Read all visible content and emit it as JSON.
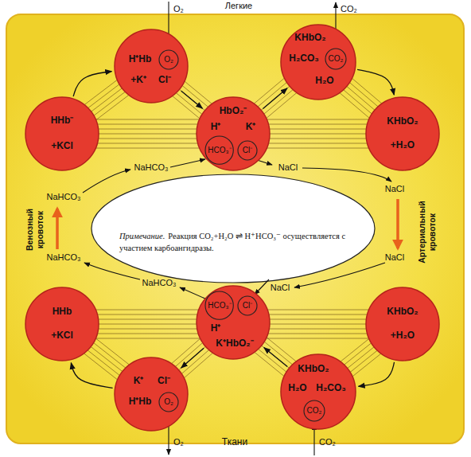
{
  "diagram": {
    "nodes": [
      {
        "text": [
          "H⁺Hb",
          "+K⁺",
          "Cl⁻"
        ]
      },
      {
        "text": [
          "O₂"
        ],
        "in": 0
      },
      {
        "text": [
          "HHb⁻",
          "+KCl"
        ]
      },
      {
        "text": [
          "HbO₂⁻",
          "H⁺",
          "K⁺"
        ]
      },
      {
        "text": [
          "HCO₃⁻"
        ],
        "in": 3
      },
      {
        "text": [
          "Cl⁻"
        ],
        "in": 3
      },
      {
        "text": [
          "KHbO₂",
          "H₂CO₃",
          "H₂O"
        ]
      },
      {
        "text": [
          "CO₂"
        ],
        "in": 6
      },
      {
        "text": [
          "KHbO₂",
          "+H₂O"
        ]
      },
      {
        "text": [
          "HHb",
          "+KCl"
        ]
      },
      {
        "text": [
          "H⁺",
          "K⁺HbO₂⁻"
        ]
      },
      {
        "text": [
          "HCO₃⁻"
        ],
        "in": 10
      },
      {
        "text": [
          "Cl⁻"
        ],
        "in": 10
      },
      {
        "text": [
          "KHbO₂",
          "+H₂O"
        ]
      },
      {
        "text": [
          "K⁺",
          "Cl⁻",
          "H⁺Hb"
        ]
      },
      {
        "text": [
          "O₂"
        ],
        "in": 14
      },
      {
        "text": [
          "KHbO₂",
          "H₂O",
          "H₂CO₃"
        ]
      },
      {
        "text": [
          "CO₂"
        ],
        "in": 16
      }
    ],
    "edges": [
      {
        "from": 2,
        "to": 0,
        "arrow": "to"
      },
      {
        "from": 0,
        "to": 3,
        "arrow": "to"
      },
      {
        "from": 3,
        "to": 6,
        "arrow": "to"
      },
      {
        "from": 6,
        "to": 8,
        "arrow": "to"
      },
      {
        "from": 13,
        "to": 16,
        "arrow": "to"
      },
      {
        "from": 16,
        "to": 10,
        "arrow": "to"
      },
      {
        "from": 10,
        "to": 14,
        "arrow": "to"
      },
      {
        "from": 14,
        "to": 9,
        "arrow": "to"
      }
    ],
    "labels": [
      "Легкие",
      "O₂",
      "CO₂",
      "NaHCO₃",
      "NaCl",
      "NaHCO₃",
      "NaCl",
      "Венозный кровоток",
      "Примечание.",
      "Реакция CO₂+H₂O ⇌ H⁺HCO₃⁻ осуществляется с участием карбоангидразы.",
      "NaHCO₃",
      "NaCl",
      "Артериальный кровоток",
      "NaHCO₃",
      "NaCl",
      "O₂",
      "Ткани",
      "CO₂"
    ]
  }
}
